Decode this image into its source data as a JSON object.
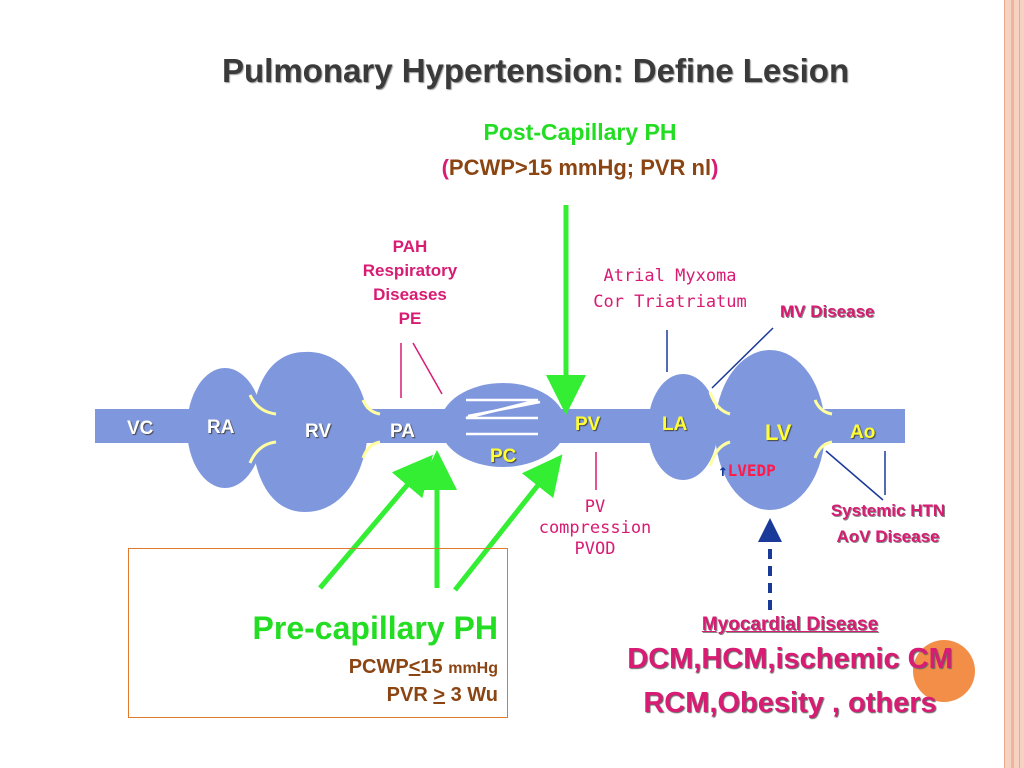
{
  "title": "Pulmonary Hypertension:  Define Lesion",
  "post_capillary": {
    "title": "Post-Capillary PH",
    "criteria_open": "(",
    "criteria_text": "PCWP>15 mmHg; PVR nl",
    "criteria_close": ")"
  },
  "pre_capillary_causes": [
    "PAH",
    "Respiratory",
    "Diseases",
    "PE"
  ],
  "atrial_causes": [
    "Atrial Myxoma",
    "Cor Triatriatum"
  ],
  "mv_disease": "MV Disease",
  "anatomy": {
    "vc": "VC",
    "ra": "RA",
    "rv": "RV",
    "pa": "PA",
    "pc": "PC",
    "pv": "PV",
    "la": "LA",
    "lv": "LV",
    "ao": "Ao"
  },
  "lvedp": "LVEDP",
  "pv_causes": [
    "PV",
    "compression",
    "PVOD"
  ],
  "systemic_causes": [
    "Systemic HTN",
    "AoV Disease"
  ],
  "pre_capillary": {
    "title": "Pre-capillary PH",
    "pcwp_prefix": "PCWP",
    "pcwp_op": "<",
    "pcwp_value": "15 ",
    "pcwp_unit": "mmHg",
    "pvr_prefix": "PVR ",
    "pvr_op": ">",
    "pvr_value": " 3 Wu"
  },
  "myocardial": {
    "title": "Myocardial Disease",
    "line1": "DCM,HCM,ischemic CM",
    "line2": "RCM,Obesity , others"
  },
  "colors": {
    "vessel": "#7f97dd",
    "green_arrow": "#33ee33",
    "pink_text": "#d81b73",
    "brown_text": "#8b4513",
    "navy_arrow": "#1a3a99",
    "frame_accent": "#f28e47"
  }
}
